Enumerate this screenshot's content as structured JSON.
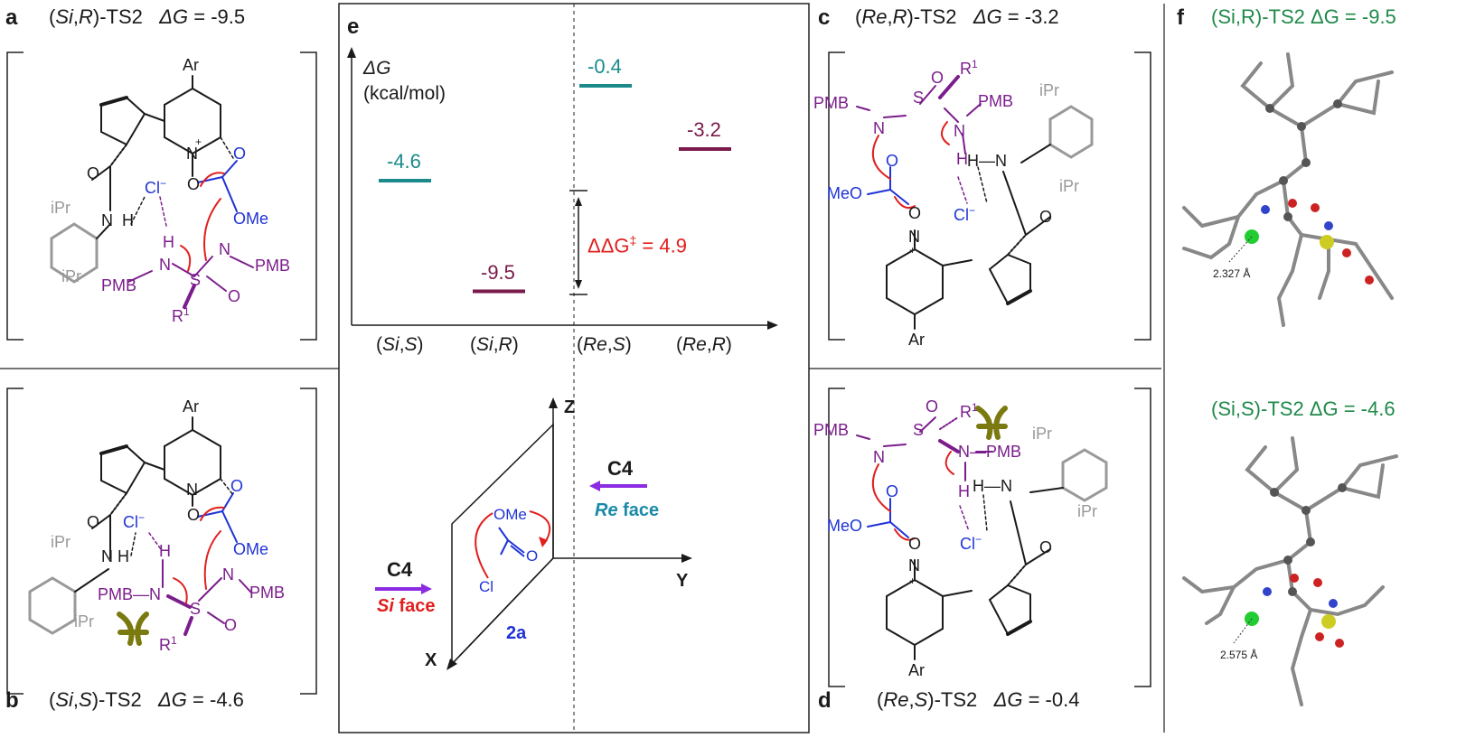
{
  "panels": {
    "a": {
      "letter": "a",
      "title_prefix": "(",
      "si": "Si",
      "comma_r": ",",
      "r": "R",
      "title_suffix": ")-TS2",
      "dg": "ΔG",
      "dg_value": " = -9.5"
    },
    "b": {
      "letter": "b",
      "title_prefix": "(",
      "si": "Si",
      "comma": ",",
      "s": "S",
      "title_suffix": ")-TS2",
      "dg": "ΔG",
      "dg_value": " = -4.6"
    },
    "c": {
      "letter": "c",
      "title_prefix": "(",
      "re": "Re",
      "comma": ",",
      "r": "R",
      "title_suffix": ")-TS2",
      "dg": "ΔG",
      "dg_value": " = -3.2"
    },
    "d": {
      "letter": "d",
      "title_prefix": "(",
      "re": "Re",
      "comma": ",",
      "s": "S",
      "title_suffix": ")-TS2",
      "dg": "ΔG",
      "dg_value": " = -0.4"
    },
    "e": {
      "letter": "e"
    },
    "f": {
      "letter": "f",
      "top_title": "(Si,R)-TS2   ΔG = -9.5",
      "bottom_title": "(Si,S)-TS2   ΔG = -4.6",
      "top_distance": "2.327 Å",
      "bottom_distance": "2.575 Å"
    }
  },
  "chem": {
    "ar": "Ar",
    "ipr": "iPr",
    "pmb": "PMB",
    "ome": "OMe",
    "meo": "MeO",
    "cl_minus": "Cl",
    "minus": "−",
    "plus": "+",
    "n": "N",
    "o": "O",
    "h": "H",
    "s": "S",
    "r1": "R",
    "one": "1",
    "cl": "Cl"
  },
  "chart_data": {
    "type": "energy-level",
    "ylabel_line1": "ΔG",
    "ylabel_line2": "(kcal/mol)",
    "categories": [
      "(Si,S)",
      "(Si,R)",
      "(Re,S)",
      "(Re,R)"
    ],
    "values": [
      -4.6,
      -9.5,
      -0.4,
      -3.2
    ],
    "value_labels": [
      "-4.6",
      "-9.5",
      "-0.4",
      "-3.2"
    ],
    "colors": [
      "#1a8a8a",
      "#7a1a4a",
      "#1a8a8a",
      "#7a1a4a"
    ],
    "ddg_label": "ΔΔG",
    "ddg_value": " = 4.9",
    "ddg_dagger": "‡",
    "ylim": [
      -11,
      1
    ]
  },
  "face_diagram": {
    "z": "Z",
    "y": "Y",
    "x": "X",
    "c4_left": "C4",
    "si_face": "Si",
    "face_word": " face",
    "c4_right": "C4",
    "re_face": "Re",
    "substrate": "2a",
    "ome": "OMe",
    "o": "O",
    "cl": "Cl"
  },
  "colors": {
    "purple": "#7b1d8c",
    "blue": "#1f33d6",
    "red": "#e0201e",
    "teal": "#1a8a8a",
    "maroon": "#7a1a4a",
    "olive": "#7a7a10",
    "green": "#1f8a4a",
    "violet": "#8b2be2"
  }
}
